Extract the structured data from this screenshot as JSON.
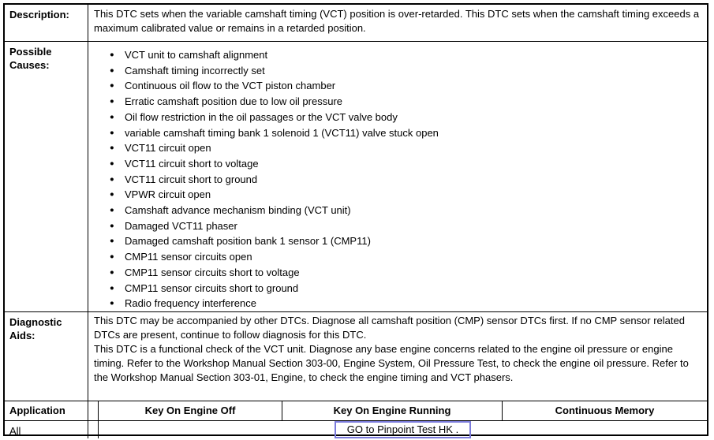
{
  "table": {
    "description": {
      "label": "Description:",
      "text": "This DTC sets when the variable camshaft timing (VCT) position is over-retarded. This DTC sets when the camshaft timing exceeds a maximum calibrated value or remains in a retarded position."
    },
    "possible_causes": {
      "label": "Possible Causes:",
      "items": [
        "VCT unit to camshaft alignment",
        "Camshaft timing incorrectly set",
        "Continuous oil flow to the VCT piston chamber",
        "Erratic camshaft position due to low oil pressure",
        "Oil flow restriction in the oil passages or the VCT valve body",
        "variable camshaft timing bank 1 solenoid 1 (VCT11) valve stuck open",
        "VCT11 circuit open",
        "VCT11 circuit short to voltage",
        "VCT11 circuit short to ground",
        "VPWR circuit open",
        "Camshaft advance mechanism binding (VCT unit)",
        "Damaged VCT11 phaser",
        "Damaged camshaft position bank 1 sensor 1 (CMP11)",
        "CMP11 sensor circuits open",
        "CMP11 sensor circuits short to voltage",
        "CMP11 sensor circuits short to ground",
        "Radio frequency interference"
      ]
    },
    "diagnostic_aids": {
      "label": "Diagnostic Aids:",
      "paragraphs": [
        "This DTC may be accompanied by other DTCs. Diagnose all camshaft position (CMP) sensor DTCs first. If no CMP sensor related DTCs are present, continue to follow diagnosis for this DTC.",
        "This DTC is a functional check of the VCT unit. Diagnose any base engine concerns related to the engine oil pressure or engine timing. Refer to the Workshop Manual Section 303-00, Engine System, Oil Pressure Test, to check the engine oil pressure. Refer to the Workshop Manual Section 303-01, Engine, to check the engine timing and VCT phasers."
      ]
    },
    "application_header": {
      "label": "Application",
      "columns": [
        "Key On Engine Off",
        "Key On Engine Running",
        "Continuous Memory"
      ]
    },
    "application_rows": [
      {
        "application": "All",
        "action": "GO to Pinpoint Test HK ."
      }
    ],
    "colors": {
      "background": "#ffffff",
      "border": "#000000",
      "text": "#000000",
      "link_box_border": "#7b7bdb"
    }
  }
}
